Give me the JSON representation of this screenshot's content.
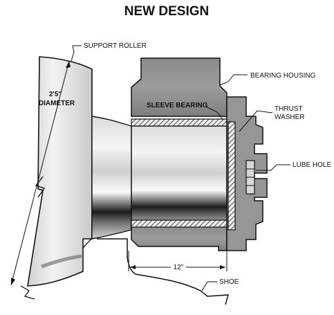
{
  "title": "NEW DESIGN",
  "labels": {
    "support_roller": "SUPPORT ROLLER",
    "diameter_value": "2'5\"",
    "diameter_word": "DIAMETER",
    "sleeve_bearing": "SLEEVE BEARING",
    "bearing_housing": "BEARING HOUSING",
    "thrust": "THRUST",
    "washer": "WASHER",
    "lube_hole": "LUBE HOLE",
    "length_dim": "12\"",
    "shoe": "SHOE"
  }
}
